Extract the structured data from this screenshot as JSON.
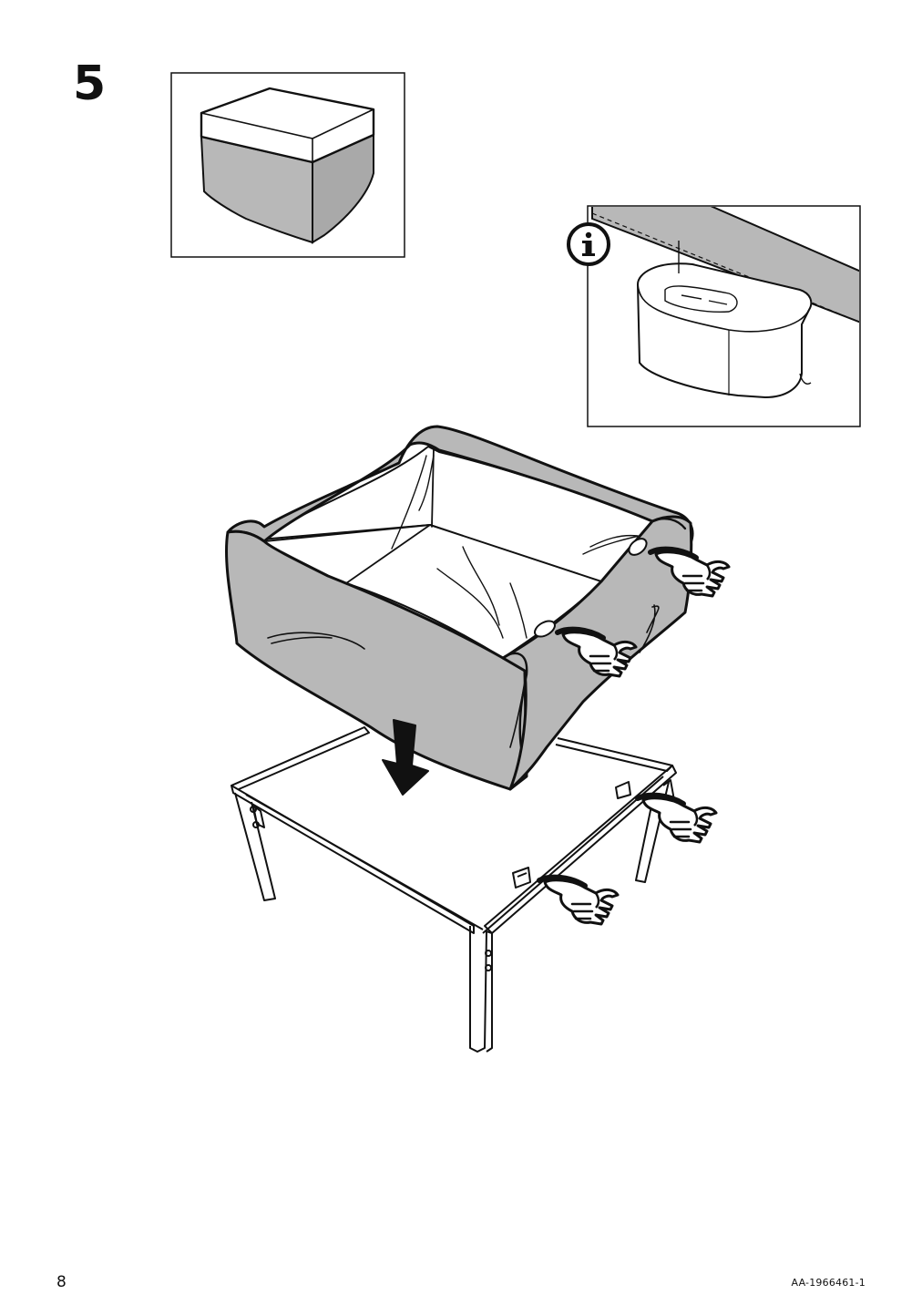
{
  "step": {
    "number": "5"
  },
  "footer": {
    "page_number": "8",
    "document_code": "AA-1966461-1"
  },
  "icons": {
    "info": "info-icon",
    "arrow": "down-arrow-icon",
    "hand": "pointing-hand-icon"
  },
  "colors": {
    "fabric": "#b8b8b8",
    "line": "#111111",
    "background": "#ffffff"
  }
}
